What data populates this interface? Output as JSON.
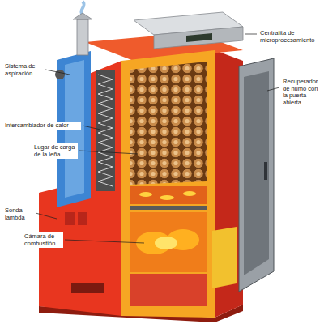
{
  "diagram": {
    "labels": [
      "Sistema de aspiración",
      "Intercambiador de calor",
      "Lugar de carga de la leña",
      "Sonda lambda",
      "Cámara de combustión",
      "Centralita de microprocesamiento",
      "Recuperador de humo con la puerta abierta"
    ]
  }
}
